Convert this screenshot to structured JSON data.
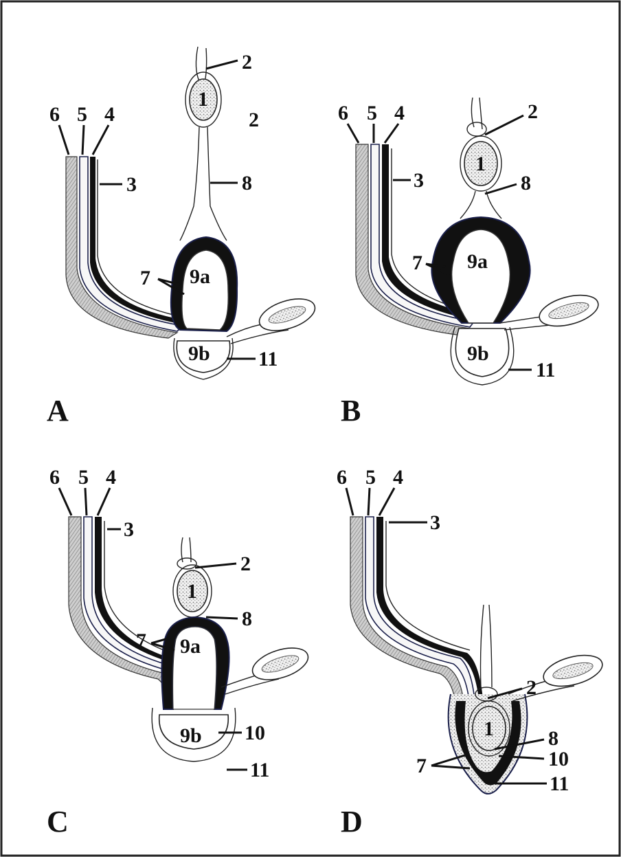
{
  "panels": [
    {
      "letter": "A",
      "labels": {
        "n1": "1",
        "n2a": "2",
        "n2b": "2",
        "n3": "3",
        "n4": "4",
        "n5": "5",
        "n6": "6",
        "n7": "7",
        "n8": "8",
        "n9a": "9a",
        "n9b": "9b",
        "n11": "11"
      }
    },
    {
      "letter": "B",
      "labels": {
        "n1": "1",
        "n2": "2",
        "n3": "3",
        "n4": "4",
        "n5": "5",
        "n6": "6",
        "n7": "7",
        "n8": "8",
        "n9a": "9a",
        "n9b": "9b",
        "n11": "11"
      }
    },
    {
      "letter": "C",
      "labels": {
        "n1": "1",
        "n2": "2",
        "n3": "3",
        "n4": "4",
        "n5": "5",
        "n6": "6",
        "n7": "7",
        "n8": "8",
        "n9a": "9a",
        "n9b": "9b",
        "n10": "10",
        "n11": "11"
      }
    },
    {
      "letter": "D",
      "labels": {
        "n1": "1",
        "n2": "2",
        "n3": "3",
        "n4": "4",
        "n5": "5",
        "n6": "6",
        "n7": "7",
        "n8": "8",
        "n10": "10",
        "n11": "11"
      }
    }
  ],
  "colors": {
    "ink": "#111111",
    "hatch": "#9a9a9a",
    "dark_layer": "#111111",
    "navy_line": "#1a1f4a",
    "background": "#ffffff"
  }
}
